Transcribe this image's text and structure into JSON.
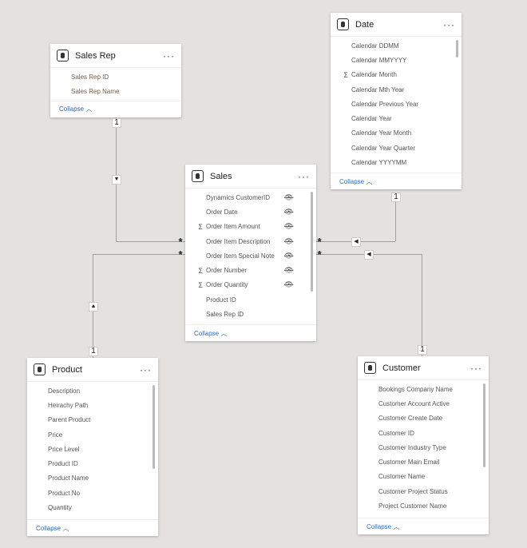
{
  "collapse_label": "Collapse",
  "tables": [
    {
      "id": "salesrep",
      "name": "Sales Rep",
      "more": "···",
      "fields": [
        {
          "name": "Sales Rep ID"
        },
        {
          "name": "Sales Rep Name"
        }
      ]
    },
    {
      "id": "date",
      "name": "Date",
      "more": "···",
      "scrollbar": true,
      "fields": [
        {
          "name": "Calendar DDMM"
        },
        {
          "name": "Calendar MMYYYY"
        },
        {
          "name": "Calendar Month",
          "sum": true
        },
        {
          "name": "Calendar Mth Year"
        },
        {
          "name": "Calendar Previous Year"
        },
        {
          "name": "Calendar Year"
        },
        {
          "name": "Calendar Year Month"
        },
        {
          "name": "Calendar Year Quarter"
        },
        {
          "name": "Calendar YYYYMM"
        }
      ]
    },
    {
      "id": "sales",
      "name": "Sales",
      "more": "···",
      "scrollbar": true,
      "fields": [
        {
          "name": "Dynamics CustomerID",
          "hidden": true
        },
        {
          "name": "Order Date",
          "hidden": true
        },
        {
          "name": "Order Item Amount",
          "sum": true,
          "hidden": true
        },
        {
          "name": "Order Item Description",
          "hidden": true
        },
        {
          "name": "Order Item Special Note",
          "hidden": true
        },
        {
          "name": "Order Number",
          "sum": true,
          "hidden": true
        },
        {
          "name": "Order Quantity",
          "sum": true,
          "hidden": true
        },
        {
          "name": "Product ID"
        },
        {
          "name": "Sales Rep ID"
        }
      ]
    },
    {
      "id": "product",
      "name": "Product",
      "more": "···",
      "scrollbar": true,
      "fields": [
        {
          "name": "Description"
        },
        {
          "name": "Heirachy Path"
        },
        {
          "name": "Parent Product"
        },
        {
          "name": "Price"
        },
        {
          "name": "Price Level"
        },
        {
          "name": "Product ID"
        },
        {
          "name": "Product Name"
        },
        {
          "name": "Product No"
        },
        {
          "name": "Quantity"
        }
      ]
    },
    {
      "id": "customer",
      "name": "Customer",
      "more": "···",
      "scrollbar": true,
      "fields": [
        {
          "name": "Bookings Company Name"
        },
        {
          "name": "Customer Account Active"
        },
        {
          "name": "Customer Create Date"
        },
        {
          "name": "Customer ID"
        },
        {
          "name": "Customer Industry Type"
        },
        {
          "name": "Customer Main Email"
        },
        {
          "name": "Customer Name"
        },
        {
          "name": "Customer Project Status"
        },
        {
          "name": "Project Customer Name"
        }
      ]
    }
  ],
  "relationships": [
    {
      "from": "Sales Rep",
      "to": "Sales",
      "one": "1",
      "many": "*"
    },
    {
      "from": "Product",
      "to": "Sales",
      "one": "1",
      "many": "*"
    },
    {
      "from": "Date",
      "to": "Sales",
      "one": "1",
      "many": "*"
    },
    {
      "from": "Customer",
      "to": "Sales",
      "one": "1",
      "many": "*"
    }
  ],
  "icons": {
    "sum": "Σ",
    "hidden": "eye-slash-icon",
    "table": "table-icon"
  }
}
